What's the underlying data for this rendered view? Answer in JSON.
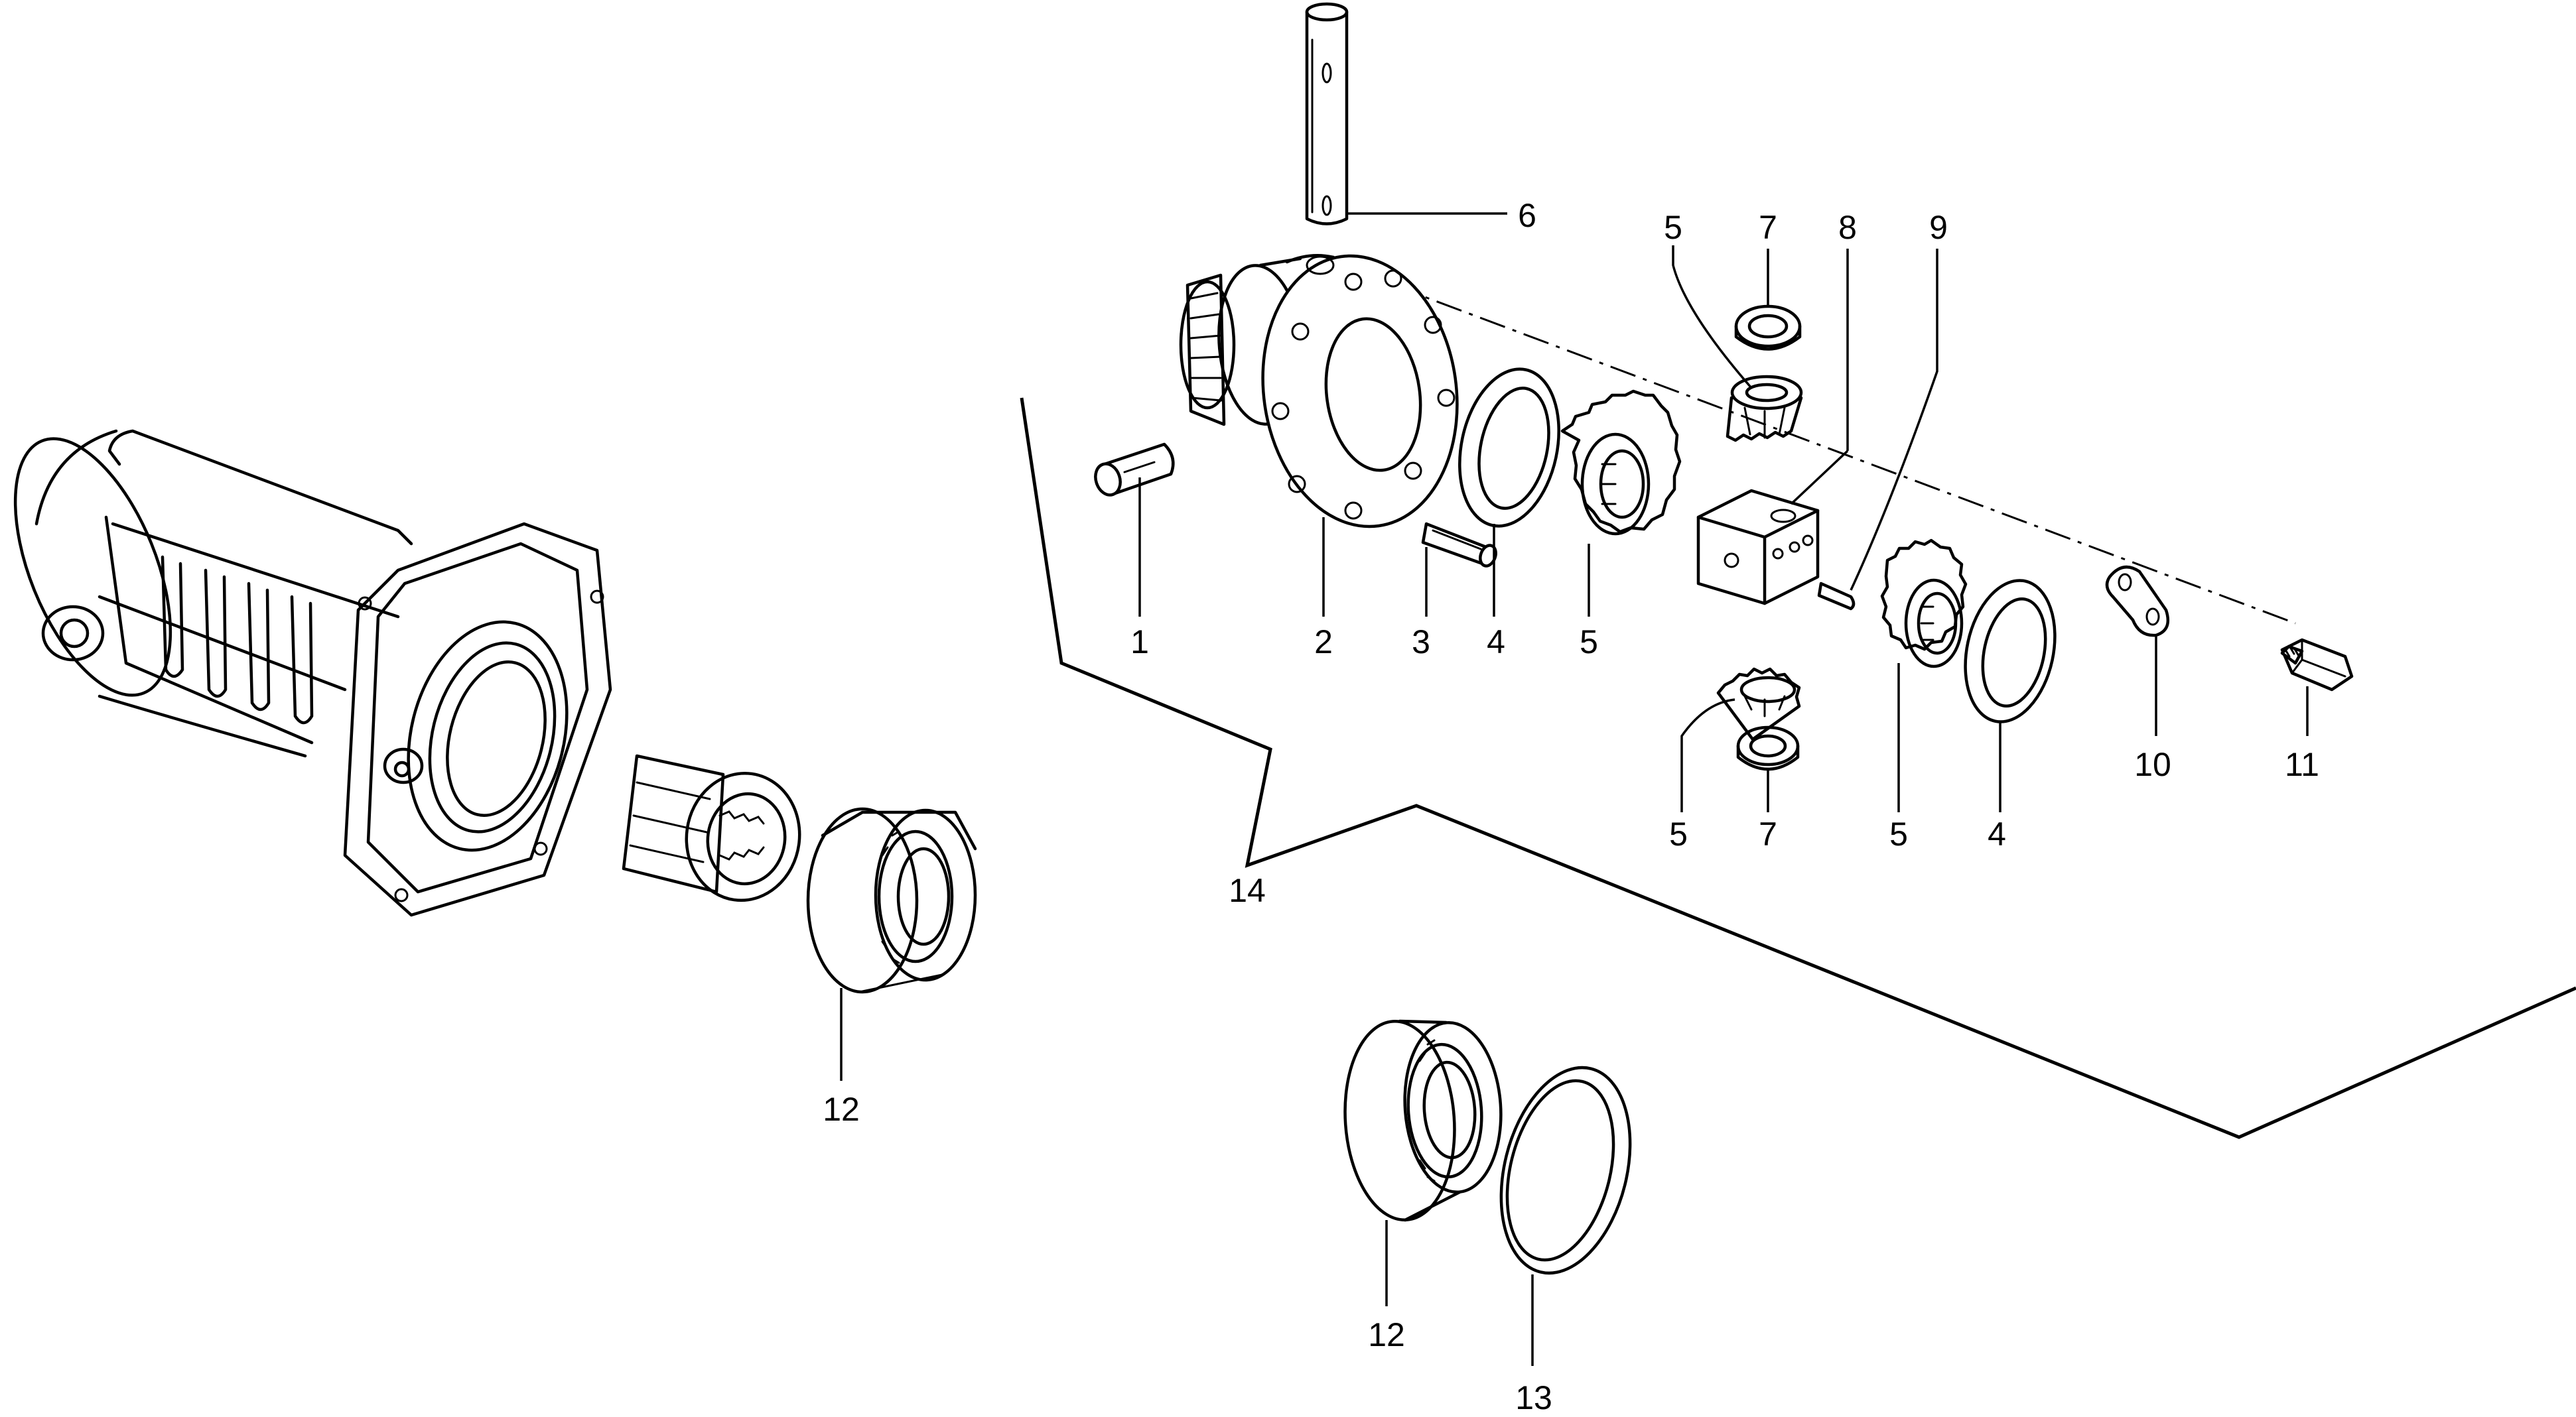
{
  "callouts": [
    {
      "id": "c1",
      "text": "1"
    },
    {
      "id": "c2",
      "text": "2"
    },
    {
      "id": "c3",
      "text": "3"
    },
    {
      "id": "c4a",
      "text": "4"
    },
    {
      "id": "c5a",
      "text": "5"
    },
    {
      "id": "c6",
      "text": "6"
    },
    {
      "id": "c5b",
      "text": "5"
    },
    {
      "id": "c7a",
      "text": "7"
    },
    {
      "id": "c8",
      "text": "8"
    },
    {
      "id": "c9",
      "text": "9"
    },
    {
      "id": "c5c",
      "text": "5"
    },
    {
      "id": "c7b",
      "text": "7"
    },
    {
      "id": "c5d",
      "text": "5"
    },
    {
      "id": "c4b",
      "text": "4"
    },
    {
      "id": "c10",
      "text": "10"
    },
    {
      "id": "c11",
      "text": "11"
    },
    {
      "id": "c14",
      "text": "14"
    },
    {
      "id": "c12a",
      "text": "12"
    },
    {
      "id": "c12b",
      "text": "12"
    },
    {
      "id": "c13",
      "text": "13"
    }
  ]
}
